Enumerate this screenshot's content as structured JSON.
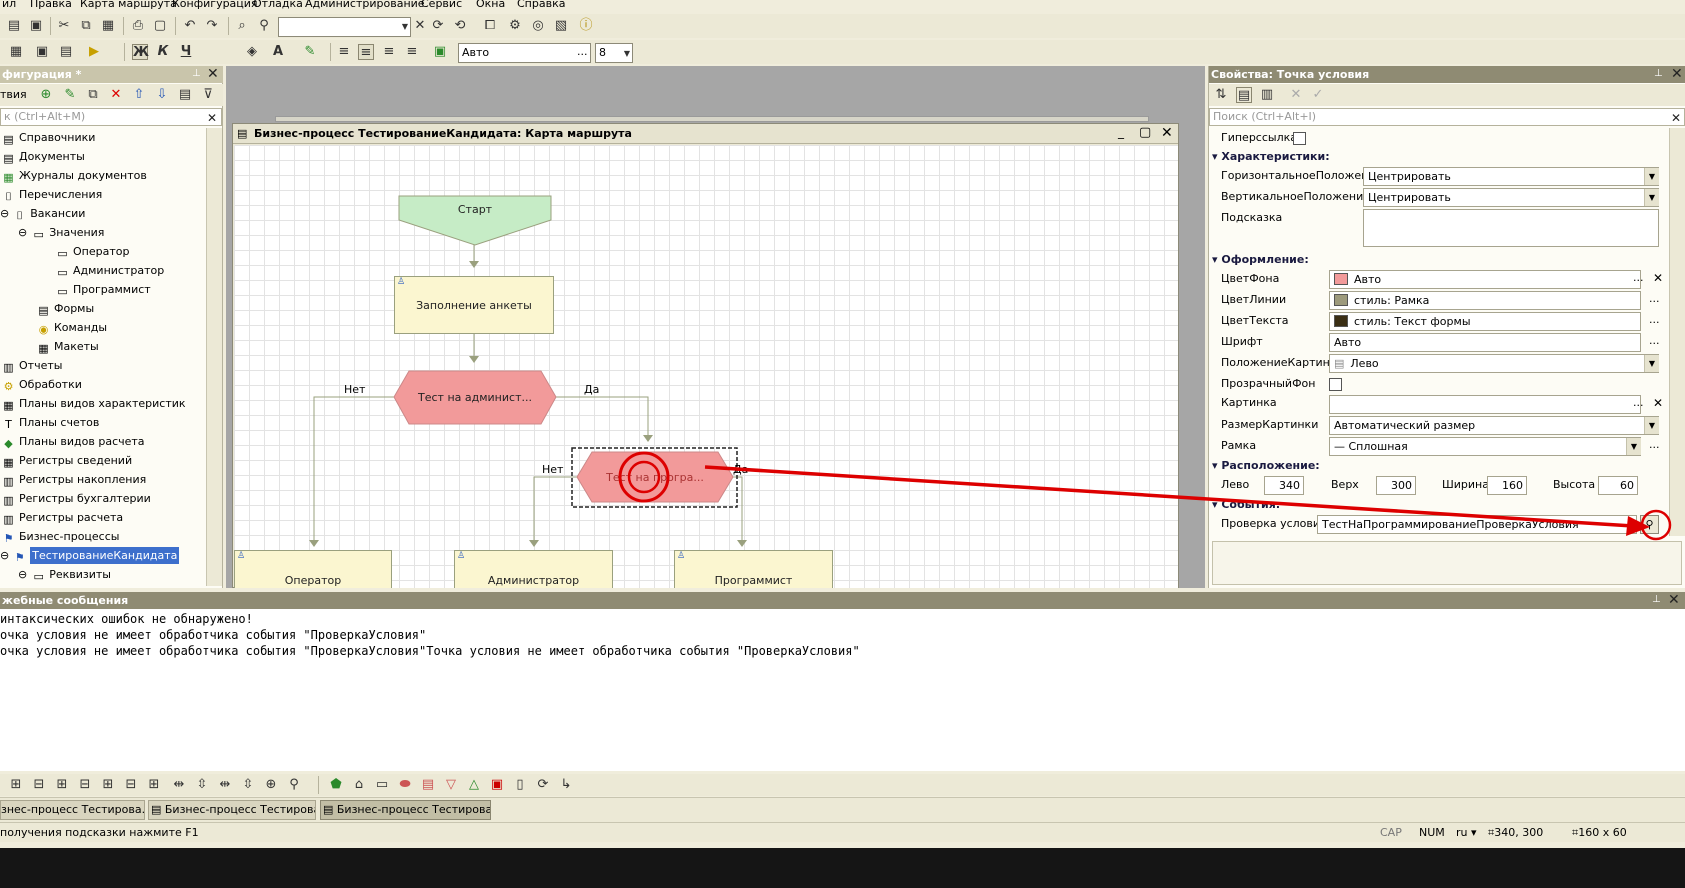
{
  "menu": [
    "ил",
    "Правка",
    "Карта маршрута",
    "Конфигурация",
    "Отладка",
    "Администрирование",
    "Сервис",
    "Окна",
    "Справка"
  ],
  "format_toolbar": {
    "font_name": "Авто",
    "font_size": "8",
    "bold": "Ж",
    "italic": "К",
    "underline": "Ч"
  },
  "config_panel": {
    "title": "фигурация *",
    "actions_label": "твия",
    "search_placeholder": "к (Ctrl+Alt+M)",
    "tree": [
      "Справочники",
      "Документы",
      "Журналы документов",
      "Перечисления",
      "Вакансии",
      "Значения",
      "Оператор",
      "Администратор",
      "Программист",
      "Формы",
      "Команды",
      "Макеты",
      "Отчеты",
      "Обработки",
      "Планы видов характеристик",
      "Планы счетов",
      "Планы видов расчета",
      "Регистры сведений",
      "Регистры накопления",
      "Регистры бухгалтерии",
      "Регистры расчета",
      "Бизнес-процессы",
      "ТестированиеКандидата",
      "Реквизиты"
    ]
  },
  "diagram": {
    "window_title": "Бизнес-процесс ТестированиеКандидата: Карта маршрута",
    "start": "Старт",
    "fill_form": "Заполнение анкеты",
    "cond1": "Тест на админист...",
    "cond2": "Тест на програ...",
    "yes": "Да",
    "no": "Нет",
    "operator": "Оператор",
    "admin": "Администратор",
    "programmer": "Программист"
  },
  "properties": {
    "title": "Свойства: Точка условия",
    "search_placeholder": "Поиск (Ctrl+Alt+I)",
    "hyperlink": "Гиперссылка",
    "sect_char": "Характеристики:",
    "sect_design": "Оформление:",
    "sect_layout": "Расположение:",
    "sect_events": "События:",
    "hpos_label": "ГоризонтальноеПоложение",
    "hpos": "Центрировать",
    "vpos_label": "ВертикальноеПоложение",
    "vpos": "Центрировать",
    "hint_label": "Подсказка",
    "bg_label": "ЦветФона",
    "bg": "Авто",
    "bg_color": "#f29a9a",
    "line_label": "ЦветЛинии",
    "line": "стиль: Рамка",
    "line_color": "#9d9a7c",
    "text_label": "ЦветТекста",
    "text": "стиль: Текст формы",
    "text_color": "#3a2e14",
    "font_label": "Шрифт",
    "font": "Авто",
    "imgpos_label": "ПоложениеКартинки",
    "imgpos": "Лево",
    "transp_label": "ПрозрачныйФон",
    "img_label": "Картинка",
    "imgsize_label": "РазмерКартинки",
    "imgsize": "Автоматический размер",
    "frame_label": "Рамка",
    "frame": "— Сплошная",
    "left_label": "Лево",
    "left": "340",
    "top_label": "Верх",
    "top": "300",
    "width_label": "Ширина",
    "width": "160",
    "height_label": "Высота",
    "height": "60",
    "check_label": "Проверка условия",
    "check": "ТестНаПрограммированиеПроверкаУсловия"
  },
  "messages": {
    "title": "жебные сообщения",
    "lines": [
      "интаксических ошибок не обнаружено!",
      "очка условия не имеет обработчика события \"ПроверкаУсловия\"",
      "очка условия не имеет обработчика события \"ПроверкаУсловия\"Точка условия не имеет обработчика события \"ПроверкаУсловия\""
    ]
  },
  "window_tabs": [
    "знес-процесс Тестирова...",
    "Бизнес-процесс Тестирова...",
    "Бизнес-процесс Тестирова..."
  ],
  "status": {
    "hint": "получения подсказки нажмите F1",
    "cap": "CAP",
    "num": "NUM",
    "lang": "ru",
    "pos": "340, 300",
    "size": "160 x 60"
  },
  "colors": {
    "accent_arrow": "#dd0000",
    "selection": "#3d6fcc"
  }
}
